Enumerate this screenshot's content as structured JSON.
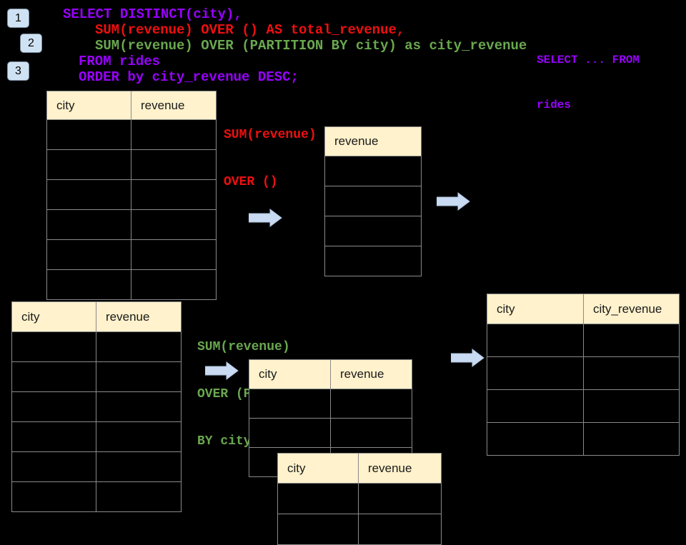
{
  "palette": {
    "background": "#000000",
    "sql_purple": "#9900FF",
    "sql_red": "#EE0F0F",
    "sql_green": "#6AA84F",
    "table_header_bg": "#FFF2CC",
    "table_border": "#8A8A8A",
    "arrow_fill": "#C9DBF2",
    "badge_bg": "#CFE2F3"
  },
  "step_badges": [
    "1",
    "2",
    "3"
  ],
  "sql_code": {
    "line1": "SELECT DISTINCT(city),",
    "line2": "SUM(revenue) OVER () AS total_revenue,",
    "line3": "SUM(revenue) OVER (PARTITION BY city) as city_revenue",
    "line4": "FROM rides",
    "line5": "ORDER by city_revenue DESC;"
  },
  "side_note": {
    "line1": "SELECT ... FROM",
    "line2": "rides"
  },
  "annotations": {
    "total_fn": {
      "line1": "SUM(revenue)",
      "line2": "OVER ()"
    },
    "partition_fn": {
      "line1": "SUM(revenue)",
      "line2": "OVER (PARTITION",
      "line3": "BY city)"
    }
  },
  "tables": {
    "source_top": {
      "headers": [
        "city",
        "revenue"
      ]
    },
    "total_revenue_result": {
      "headers": [
        "revenue"
      ]
    },
    "source_bottom": {
      "headers": [
        "city",
        "revenue"
      ]
    },
    "partition_mid": {
      "headers": [
        "city",
        "revenue"
      ]
    },
    "partition_overlap": {
      "headers": [
        "city",
        "revenue"
      ]
    },
    "city_revenue_result": {
      "headers": [
        "city",
        "city_revenue"
      ]
    }
  }
}
